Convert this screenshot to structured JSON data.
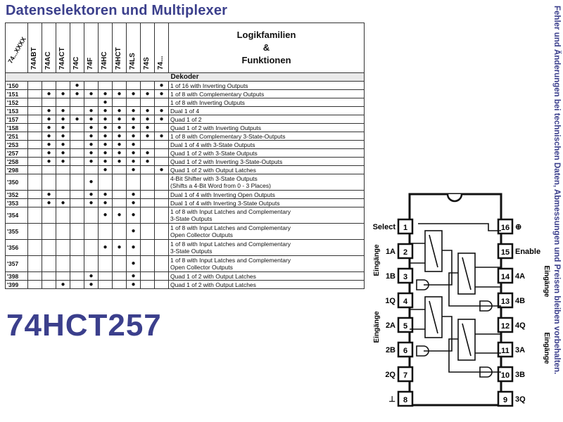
{
  "title": "Datenselektoren und Multiplexer",
  "part_number": "74HCT257",
  "side_note": "Fehler und Änderungen bei technischen Daten, Abmessungen und Preisen bleiben vorbehalten.",
  "table": {
    "corner_label": "74...XXXX",
    "families": [
      "74ABT",
      "74AC",
      "74ACT",
      "74C",
      "74F",
      "74HC",
      "74HCT",
      "74LS",
      "74S",
      "74..."
    ],
    "header_right": [
      "Logikfamilien",
      "&",
      "Funktionen"
    ],
    "section": "Dekoder",
    "rows": [
      {
        "part": "'150",
        "fn": [
          "1 of 16 with Inverting Outputs"
        ],
        "dots": [
          0,
          0,
          0,
          1,
          0,
          0,
          0,
          0,
          0,
          1
        ]
      },
      {
        "part": "'151",
        "fn": [
          "1 of 8 with Complementary Outputs"
        ],
        "dots": [
          0,
          1,
          1,
          1,
          1,
          1,
          1,
          1,
          1,
          1
        ]
      },
      {
        "part": "'152",
        "fn": [
          "1 of 8 with Inverting Outputs"
        ],
        "dots": [
          0,
          0,
          0,
          0,
          0,
          1,
          0,
          0,
          0,
          0
        ]
      },
      {
        "part": "'153",
        "fn": [
          "Dual 1 of 4"
        ],
        "dots": [
          0,
          1,
          1,
          0,
          1,
          1,
          1,
          1,
          1,
          1
        ]
      },
      {
        "part": "'157",
        "fn": [
          "Quad 1 of 2"
        ],
        "dots": [
          0,
          1,
          1,
          1,
          1,
          1,
          1,
          1,
          1,
          1
        ]
      },
      {
        "part": "'158",
        "fn": [
          "Quad 1 of 2 with Inverting Outputs"
        ],
        "dots": [
          0,
          1,
          1,
          0,
          1,
          1,
          1,
          1,
          1,
          0
        ]
      },
      {
        "part": "'251",
        "fn": [
          "1 of 8 with Complementary 3-State-Outputs"
        ],
        "dots": [
          0,
          1,
          1,
          0,
          1,
          1,
          1,
          1,
          1,
          1
        ]
      },
      {
        "part": "'253",
        "fn": [
          "Dual 1 of 4 with 3-State Outputs"
        ],
        "dots": [
          0,
          1,
          1,
          0,
          1,
          1,
          1,
          1,
          0,
          0
        ]
      },
      {
        "part": "'257",
        "fn": [
          "Quad 1 of 2 with 3-State Outputs"
        ],
        "dots": [
          0,
          1,
          1,
          0,
          1,
          1,
          1,
          1,
          1,
          0
        ]
      },
      {
        "part": "'258",
        "fn": [
          "Quad 1 of 2 with Inverting 3-State-Outputs"
        ],
        "dots": [
          0,
          1,
          1,
          0,
          1,
          1,
          1,
          1,
          1,
          0
        ]
      },
      {
        "part": "'298",
        "fn": [
          "Quad 1 of 2 with Output Latches"
        ],
        "dots": [
          0,
          0,
          0,
          0,
          0,
          1,
          0,
          1,
          0,
          1
        ]
      },
      {
        "part": "'350",
        "fn": [
          "4-Bit Shifter with 3-State Outputs",
          "(Shifts a 4-Bit Word from 0 - 3 Places)"
        ],
        "dots": [
          0,
          0,
          0,
          0,
          1,
          0,
          0,
          0,
          0,
          0
        ]
      },
      {
        "part": "'352",
        "fn": [
          "Dual 1 of 4 with Inverting Open Outputs"
        ],
        "dots": [
          0,
          1,
          0,
          0,
          1,
          1,
          0,
          1,
          0,
          0
        ]
      },
      {
        "part": "'353",
        "fn": [
          "Dual 1 of 4 with Inverting 3-State Outputs"
        ],
        "dots": [
          0,
          1,
          1,
          0,
          1,
          1,
          0,
          1,
          0,
          0
        ]
      },
      {
        "part": "'354",
        "fn": [
          "1 of 8 with Input Latches and Complementary",
          "3-State Outputs"
        ],
        "dots": [
          0,
          0,
          0,
          0,
          0,
          1,
          1,
          1,
          0,
          0
        ]
      },
      {
        "part": "'355",
        "fn": [
          "1 of 8 with Input Latches and Complementary",
          "Open Collector Outputs"
        ],
        "dots": [
          0,
          0,
          0,
          0,
          0,
          0,
          0,
          1,
          0,
          0
        ]
      },
      {
        "part": "'356",
        "fn": [
          "1 of 8 with Input Latches and Complementary",
          "3-State Outputs"
        ],
        "dots": [
          0,
          0,
          0,
          0,
          0,
          1,
          1,
          1,
          0,
          0
        ]
      },
      {
        "part": "'357",
        "fn": [
          "1 of 8 with Input Latches and Complementary",
          "Open Collector Outputs"
        ],
        "dots": [
          0,
          0,
          0,
          0,
          0,
          0,
          0,
          1,
          0,
          0
        ]
      },
      {
        "part": "'398",
        "fn": [
          "Quad 1 of 2 with Output Latches"
        ],
        "dots": [
          0,
          0,
          0,
          0,
          1,
          0,
          0,
          1,
          0,
          0
        ]
      },
      {
        "part": "'399",
        "fn": [
          "Quad 1 of 2 with Output Latches"
        ],
        "dots": [
          0,
          0,
          1,
          0,
          1,
          0,
          0,
          1,
          0,
          0
        ]
      }
    ]
  },
  "chip": {
    "pins": [
      {
        "n": "1",
        "label": "Select"
      },
      {
        "n": "2",
        "label": "1A"
      },
      {
        "n": "3",
        "label": "1B"
      },
      {
        "n": "4",
        "label": "1Q"
      },
      {
        "n": "5",
        "label": "2A"
      },
      {
        "n": "6",
        "label": "2B"
      },
      {
        "n": "7",
        "label": "2Q"
      },
      {
        "n": "8",
        "label": "⊥"
      },
      {
        "n": "16",
        "label": "⊕"
      },
      {
        "n": "15",
        "label": "Enable"
      },
      {
        "n": "14",
        "label": "4A"
      },
      {
        "n": "13",
        "label": "4B"
      },
      {
        "n": "12",
        "label": "4Q"
      },
      {
        "n": "11",
        "label": "3A"
      },
      {
        "n": "10",
        "label": "3B"
      },
      {
        "n": "9",
        "label": "3Q"
      }
    ],
    "group_label": "Eingänge",
    "colors": {
      "ink": "#111111",
      "paper": "#ffffff"
    }
  }
}
